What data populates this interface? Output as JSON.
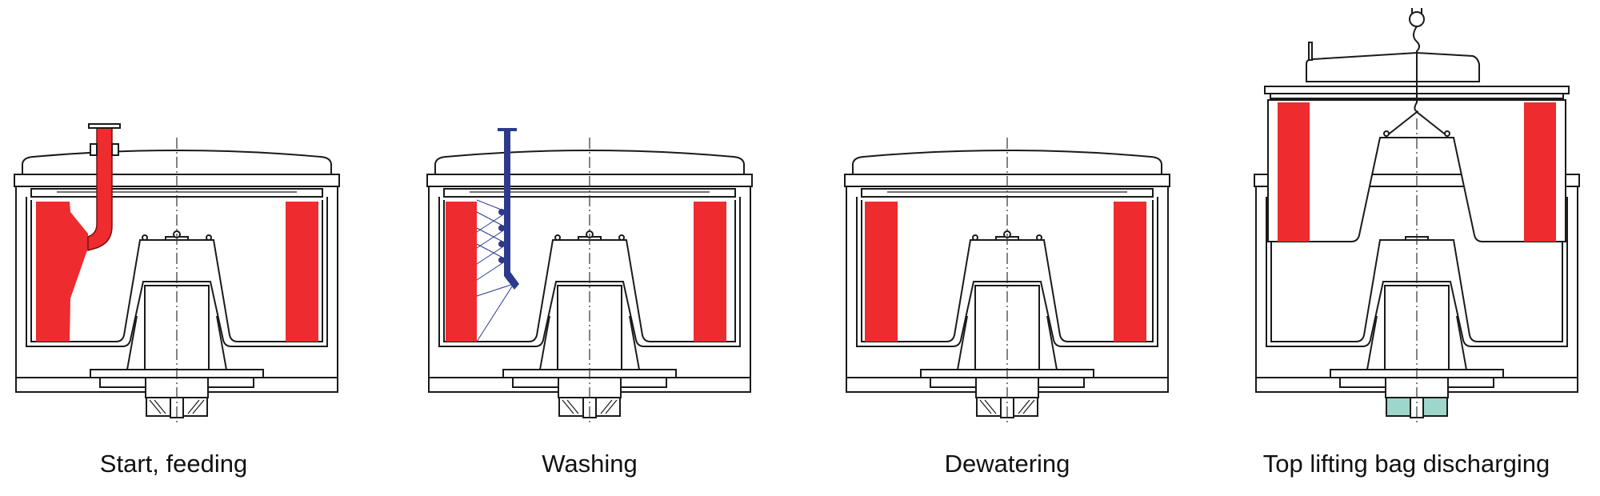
{
  "colors": {
    "product": "#ee2b2f",
    "wash_pipe": "#2c3a8c",
    "drive_highlight": "#9fd6cc",
    "line": "#1a1a1a"
  },
  "stages": [
    {
      "label": "Start, feeding",
      "pipe": "feed-pipe"
    },
    {
      "label": "Washing",
      "pipe": "wash-pipe"
    },
    {
      "label": "Dewatering",
      "pipe": "none"
    },
    {
      "label": "Top lifting bag discharging",
      "pipe": "lifting-hook"
    }
  ]
}
